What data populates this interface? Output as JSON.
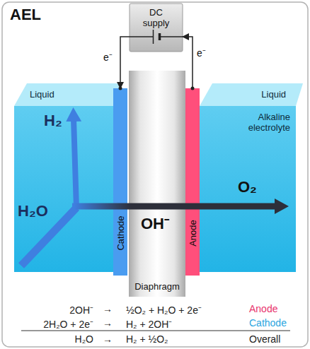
{
  "diagram": {
    "title": "AEL",
    "nodes": [
      {
        "text": [
          "DC supply"
        ]
      },
      {
        "text": [
          "Liquid"
        ]
      },
      {
        "text": [
          "Cathode"
        ]
      },
      {
        "text": [
          "Diaphragm"
        ]
      },
      {
        "text": [
          "Anode"
        ]
      },
      {
        "text": [
          "Liquid",
          "Alkaline electrolyte"
        ]
      }
    ],
    "edges": [
      {
        "from": 0,
        "to": 2,
        "arrow": "to",
        "label": "e⁻"
      },
      {
        "from": 4,
        "to": 0,
        "arrow": "to",
        "label": "e⁻"
      }
    ],
    "labels": [
      "H₂",
      "H₂O",
      "OH⁻",
      "O₂",
      "2OH⁻",
      "→",
      "½O₂ + H₂O + 2e⁻",
      "Anode",
      "2H₂O + 2e⁻",
      "→",
      "H₂ + 2OH⁻",
      "Cathode",
      "H₂O",
      "→",
      "H₂ + ½O₂",
      "Overall"
    ]
  }
}
